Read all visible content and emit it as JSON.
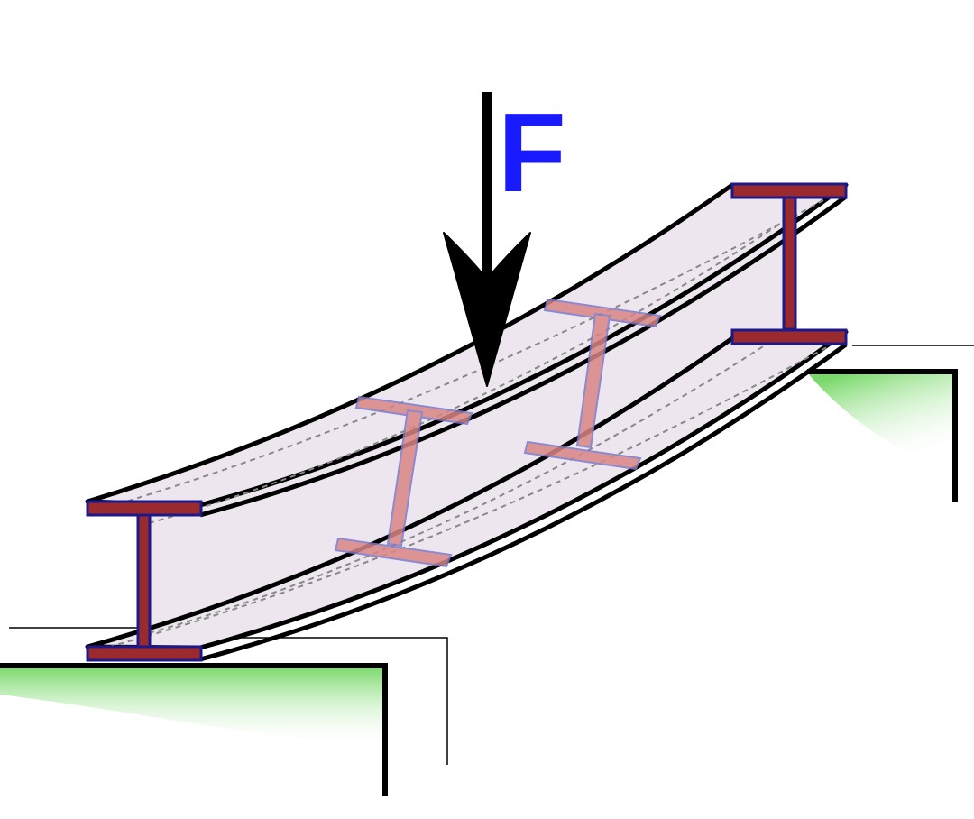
{
  "diagram": {
    "force_label": "F",
    "colors": {
      "force_label": "#1a1aff",
      "beam_fill": "#ede6ee",
      "section_fill": "#9b2a2f",
      "section_stroke": "#1c1a8a",
      "inner_section_fill": "#d98585",
      "inner_section_stroke": "#7a7acc",
      "support_green": "#7ad96b",
      "outline": "#000000",
      "hidden_line": "#888888"
    },
    "icons": {
      "force": "down-arrow",
      "cross_section": "i-beam-section",
      "support": "ground-support"
    }
  }
}
